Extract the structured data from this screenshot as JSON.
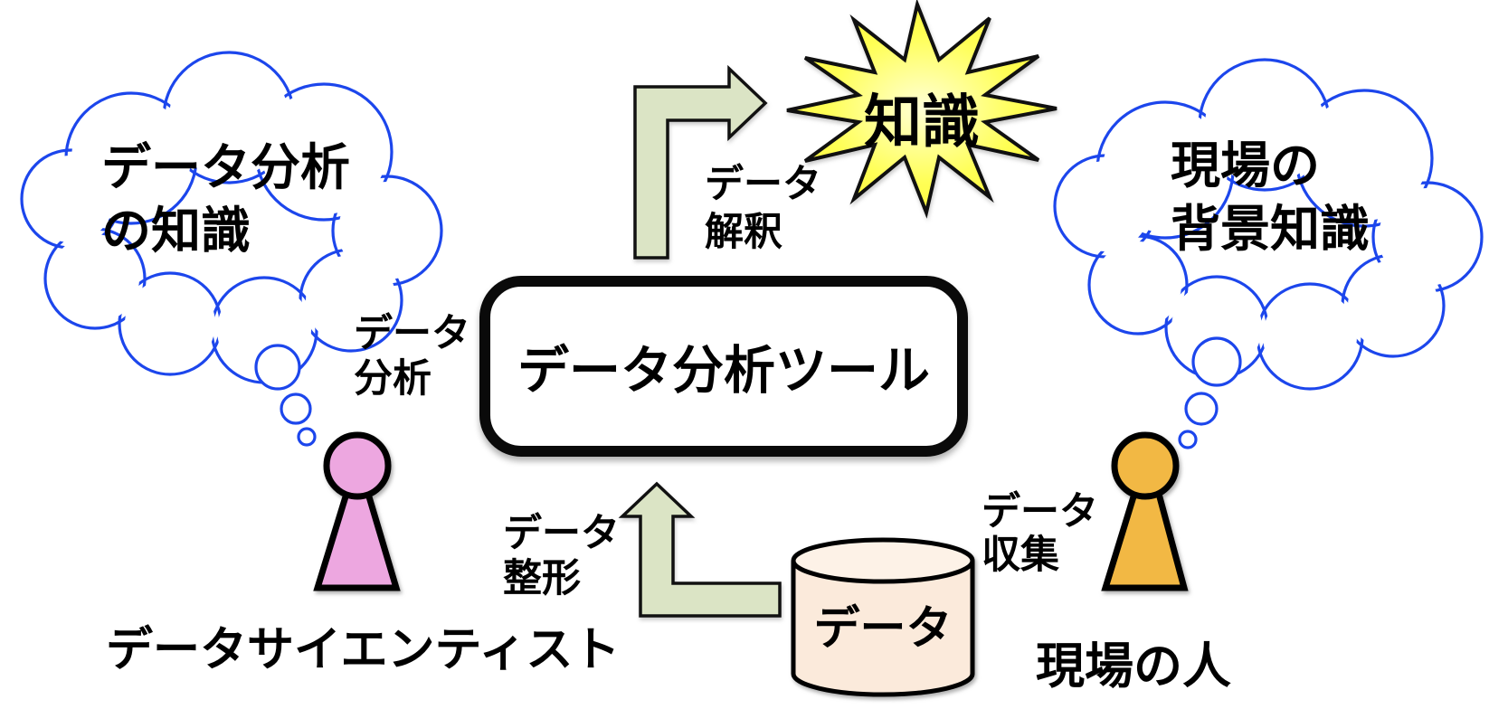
{
  "title": "データ分析の協働図",
  "colors": {
    "cloud_stroke": "#1c46ec",
    "arrow_fill": "#dbe4c5",
    "burst_center": "#ffffd6",
    "burst_edge": "#fdf32e",
    "burst_mid": "#ffff55",
    "scientist_fill": "#eda7e0",
    "field_person_fill": "#f2b844",
    "cylinder_fill": "#fbeadb",
    "cylinder_top_fill": "#fdf2e7",
    "outline": "#000000"
  },
  "clouds": {
    "left": {
      "line1": "データ分析",
      "line2": "の知識"
    },
    "right": {
      "line1": "現場の",
      "line2": "背景知識"
    }
  },
  "tool_box": {
    "label": "データ分析ツール"
  },
  "knowledge_burst": {
    "label": "知識"
  },
  "process_labels": {
    "interpret": {
      "line1": "データ",
      "line2": "解釈"
    },
    "shape": {
      "line1": "データ",
      "line2": "整形"
    },
    "analyze": {
      "line1": "データ",
      "line2": "分析"
    },
    "collect": {
      "line1": "データ",
      "line2": "収集"
    }
  },
  "actors": {
    "data_scientist": {
      "name": "データサイエンティスト"
    },
    "field_person": {
      "name": "現場の人"
    }
  },
  "database": {
    "label": "データ"
  }
}
